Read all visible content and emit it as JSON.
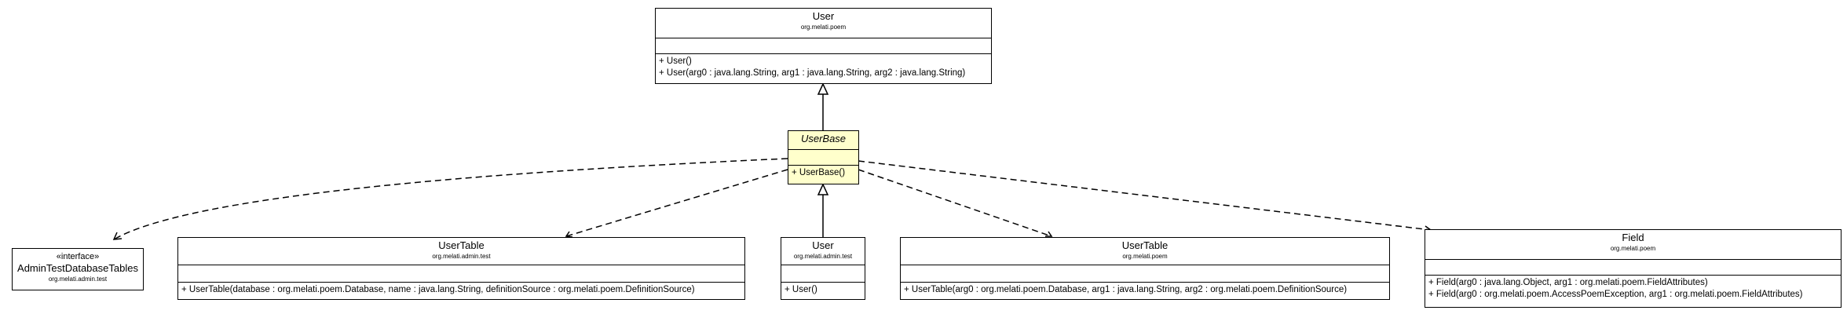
{
  "classes": {
    "user_poem": {
      "name": "User",
      "package": "org.melati.poem",
      "operations": [
        "+ User()",
        "+ User(arg0 : java.lang.String, arg1 : java.lang.String, arg2 : java.lang.String)"
      ]
    },
    "user_base": {
      "name": "UserBase",
      "operations": [
        "+ UserBase()"
      ]
    },
    "admin_test_tables": {
      "stereotype": "«interface»",
      "name": "AdminTestDatabaseTables",
      "package": "org.melati.admin.test"
    },
    "usertable_admin": {
      "name": "UserTable",
      "package": "org.melati.admin.test",
      "operations": [
        "+ UserTable(database : org.melati.poem.Database, name : java.lang.String, definitionSource : org.melati.poem.DefinitionSource)"
      ]
    },
    "user_admin": {
      "name": "User",
      "package": "org.melati.admin.test",
      "operations": [
        "+ User()"
      ]
    },
    "usertable_poem": {
      "name": "UserTable",
      "package": "org.melati.poem",
      "operations": [
        "+ UserTable(arg0 : org.melati.poem.Database, arg1 : java.lang.String, arg2 : org.melati.poem.DefinitionSource)"
      ]
    },
    "field_poem": {
      "name": "Field",
      "package": "org.melati.poem",
      "operations": [
        "+ Field(arg0 : java.lang.Object, arg1 : org.melati.poem.FieldAttributes)",
        "+ Field(arg0 : org.melati.poem.AccessPoemException, arg1 : org.melati.poem.FieldAttributes)"
      ]
    }
  }
}
